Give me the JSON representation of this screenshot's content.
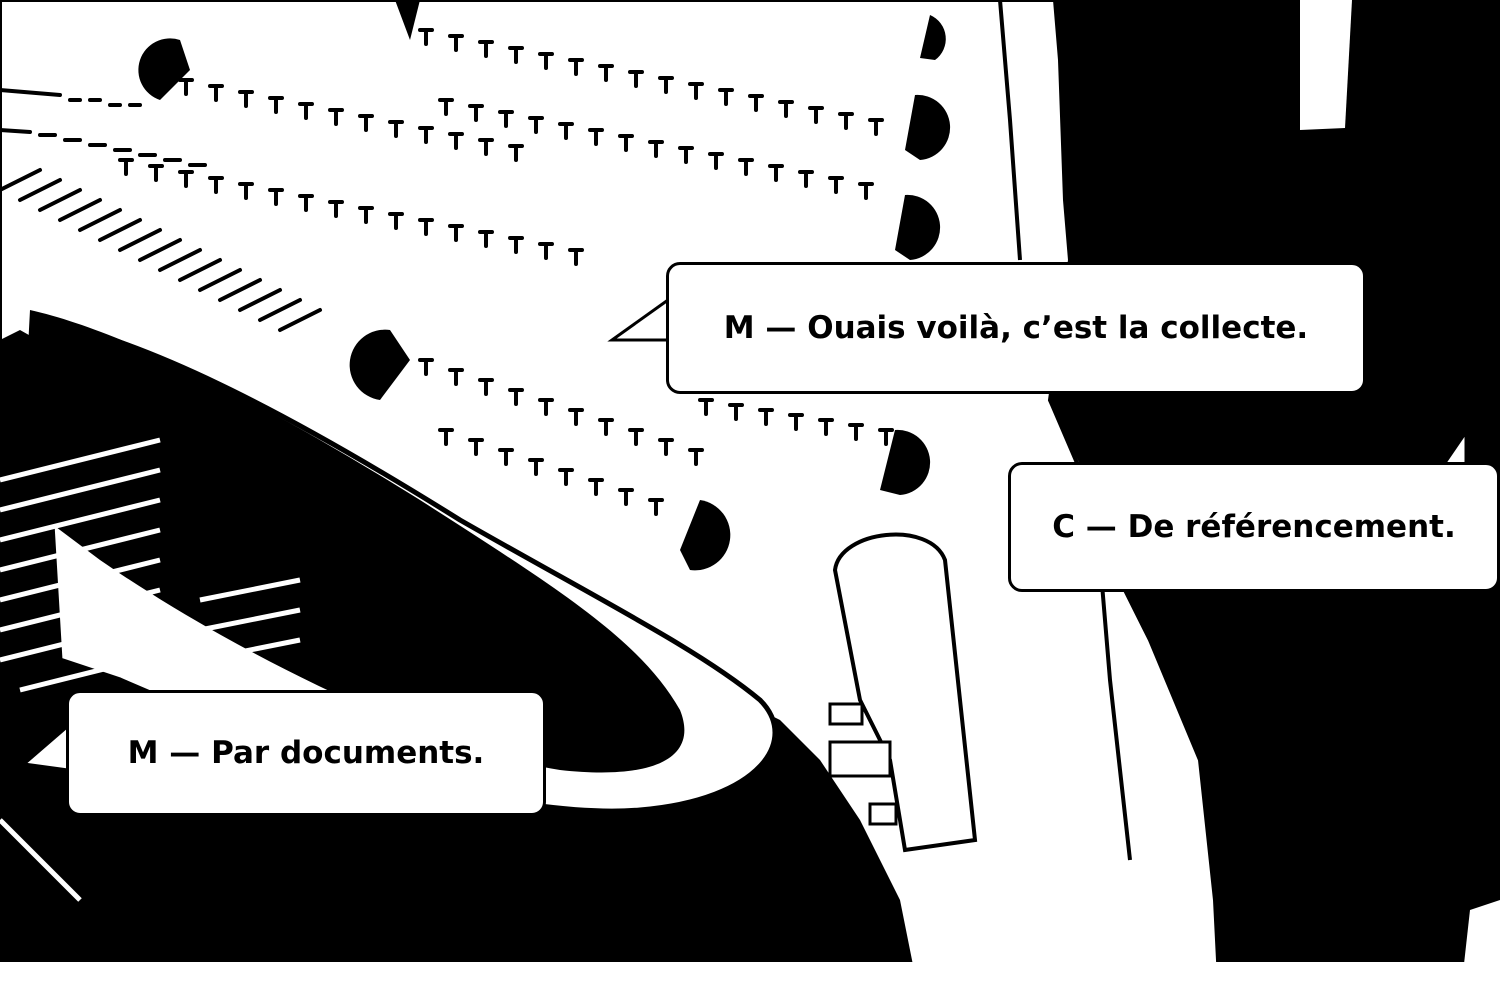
{
  "colors": {
    "ink": "#000000",
    "paper": "#ffffff"
  },
  "bubbles": [
    {
      "speaker": "M",
      "text": "M — Ouais voilà, c’est la collecte."
    },
    {
      "speaker": "C",
      "text": "C — De référencement."
    },
    {
      "speaker": "M",
      "text": "M — Par documents."
    }
  ]
}
